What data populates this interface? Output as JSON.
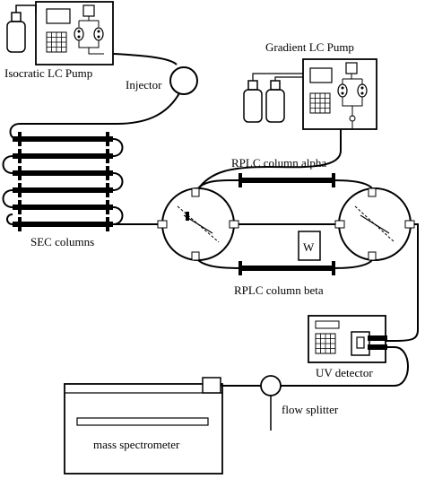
{
  "diagram": {
    "labels": {
      "isocratic_pump": "Isocratic LC Pump",
      "injector": "Injector",
      "gradient_pump": "Gradient LC Pump",
      "sec_columns": "SEC columns",
      "rplc_alpha": "RPLC column alpha",
      "rplc_beta": "RPLC column beta",
      "waste": "W",
      "uv_detector": "UV detector",
      "flow_splitter": "flow splitter",
      "mass_spectrometer": "mass spectrometer"
    },
    "colors": {
      "stroke": "#000000",
      "background": "#ffffff"
    }
  }
}
